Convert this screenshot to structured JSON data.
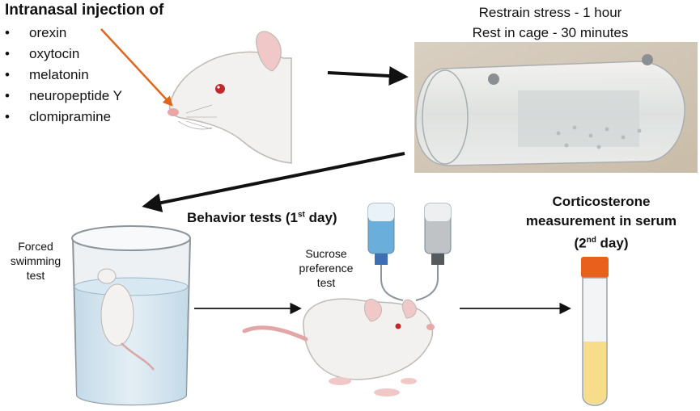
{
  "injection": {
    "title": "Intranasal injection of",
    "items": [
      "orexin",
      "oxytocin",
      "melatonin",
      "neuropeptide Y",
      "clomipramine"
    ]
  },
  "stress": {
    "line1": "Restrain stress - 1 hour",
    "line2": "Rest in cage - 30 minutes"
  },
  "behavior": {
    "title_pre": "Behavior tests (1",
    "title_sup": "st",
    "title_post": " day)"
  },
  "forced_swim": {
    "line1": "Forced",
    "line2": "swimming",
    "line3": "test"
  },
  "sucrose": {
    "line1": "Sucrose",
    "line2": "preference",
    "line3": "test"
  },
  "corticosterone": {
    "line1": "Corticosterone",
    "line2": "measurement in serum",
    "line3_pre": "(2",
    "line3_sup": "nd",
    "line3_post": " day)"
  },
  "colors": {
    "arrow_orange": "#e0651c",
    "arrow_black": "#111111",
    "rat_fur": "#f3f1ef",
    "ear_pink": "#e9b0b0",
    "water_blue": "#cfe6f3",
    "tube_cap": "#e8601c",
    "serum": "#f7dc8a"
  }
}
